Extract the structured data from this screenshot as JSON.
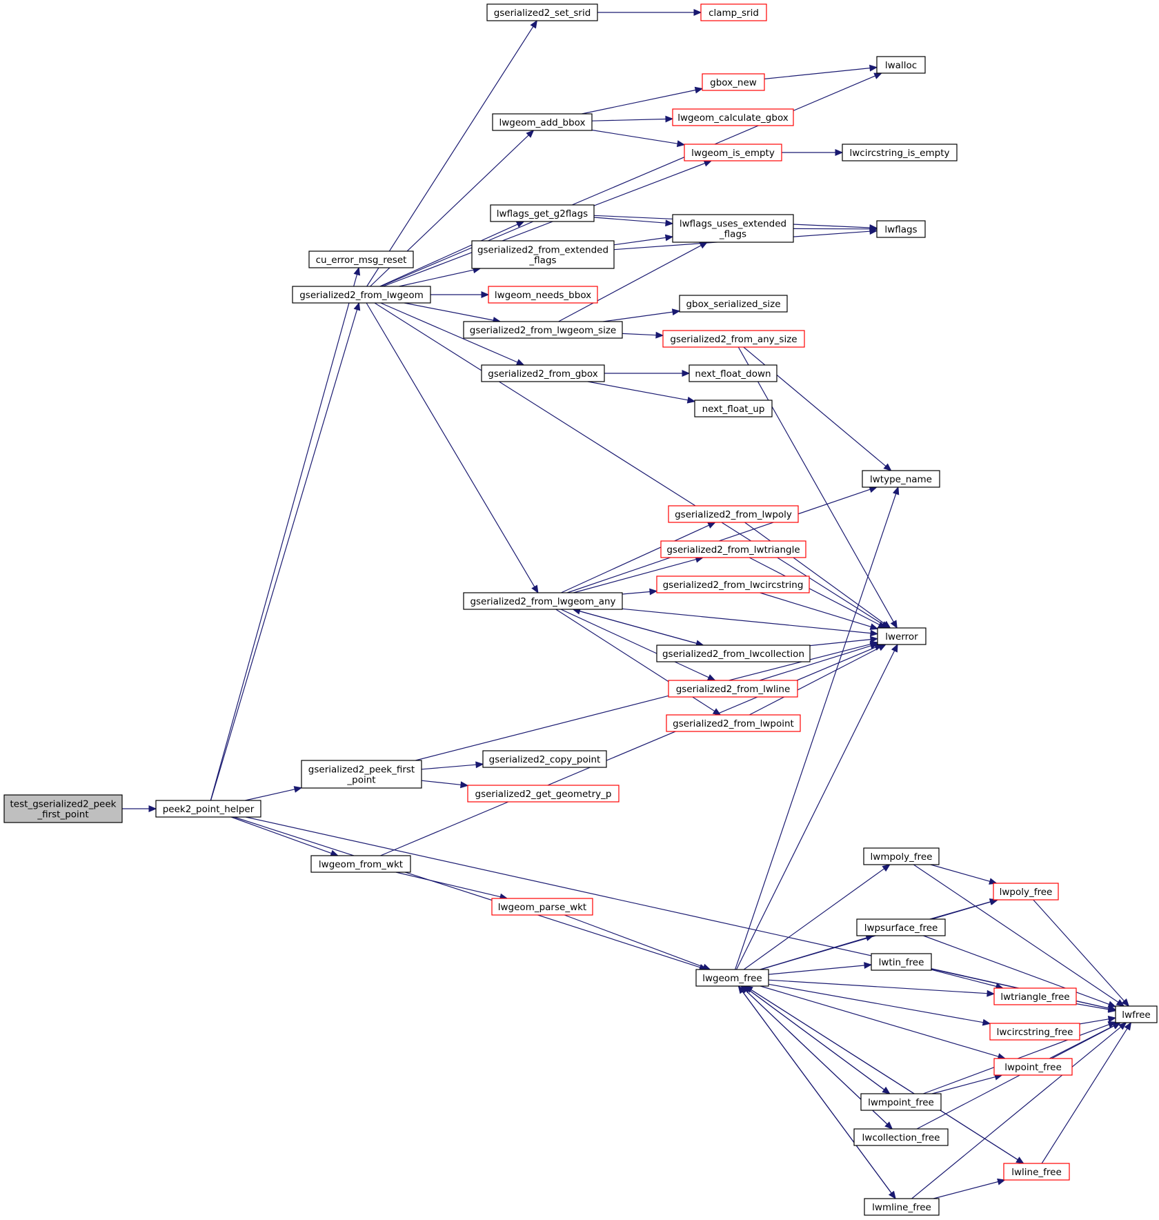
{
  "nodes": [
    {
      "id": "test",
      "lines": [
        "test_gserialized2_peek",
        "_first_point"
      ],
      "red": false,
      "root": true
    },
    {
      "id": "peek2",
      "lines": [
        "peek2_point_helper"
      ],
      "red": false
    },
    {
      "id": "cu_err",
      "lines": [
        "cu_error_msg_reset"
      ],
      "red": false
    },
    {
      "id": "g2_from_lw",
      "lines": [
        "gserialized2_from_lwgeom"
      ],
      "red": false
    },
    {
      "id": "peek_first",
      "lines": [
        "gserialized2_peek_first",
        "_point"
      ],
      "red": false
    },
    {
      "id": "lw_from_wkt",
      "lines": [
        "lwgeom_from_wkt"
      ],
      "red": false
    },
    {
      "id": "set_srid",
      "lines": [
        "gserialized2_set_srid"
      ],
      "red": false
    },
    {
      "id": "clamp_srid",
      "lines": [
        "clamp_srid"
      ],
      "red": true
    },
    {
      "id": "lwalloc",
      "lines": [
        "lwalloc"
      ],
      "red": false
    },
    {
      "id": "gbox_new",
      "lines": [
        "gbox_new"
      ],
      "red": true
    },
    {
      "id": "add_bbox",
      "lines": [
        "lwgeom_add_bbox"
      ],
      "red": false
    },
    {
      "id": "calc_gbox",
      "lines": [
        "lwgeom_calculate_gbox"
      ],
      "red": true
    },
    {
      "id": "is_empty",
      "lines": [
        "lwgeom_is_empty"
      ],
      "red": true
    },
    {
      "id": "circ_empty",
      "lines": [
        "lwcircstring_is_empty"
      ],
      "red": false
    },
    {
      "id": "get_g2flags",
      "lines": [
        "lwflags_get_g2flags"
      ],
      "red": false
    },
    {
      "id": "uses_ext",
      "lines": [
        "lwflags_uses_extended",
        "_flags"
      ],
      "red": false
    },
    {
      "id": "lwflags",
      "lines": [
        "lwflags"
      ],
      "red": false
    },
    {
      "id": "from_ext",
      "lines": [
        "gserialized2_from_extended",
        "_flags"
      ],
      "red": false
    },
    {
      "id": "needs_bbox",
      "lines": [
        "lwgeom_needs_bbox"
      ],
      "red": true
    },
    {
      "id": "gbox_ser",
      "lines": [
        "gbox_serialized_size"
      ],
      "red": false
    },
    {
      "id": "from_lw_size",
      "lines": [
        "gserialized2_from_lwgeom_size"
      ],
      "red": false
    },
    {
      "id": "from_any_size",
      "lines": [
        "gserialized2_from_any_size"
      ],
      "red": true
    },
    {
      "id": "from_gbox",
      "lines": [
        "gserialized2_from_gbox"
      ],
      "red": false
    },
    {
      "id": "nf_down",
      "lines": [
        "next_float_down"
      ],
      "red": false
    },
    {
      "id": "nf_up",
      "lines": [
        "next_float_up"
      ],
      "red": false
    },
    {
      "id": "lwtype_name",
      "lines": [
        "lwtype_name"
      ],
      "red": false
    },
    {
      "id": "from_lwpoly",
      "lines": [
        "gserialized2_from_lwpoly"
      ],
      "red": true
    },
    {
      "id": "from_lwtri",
      "lines": [
        "gserialized2_from_lwtriangle"
      ],
      "red": true
    },
    {
      "id": "from_lwany",
      "lines": [
        "gserialized2_from_lwgeom_any"
      ],
      "red": false
    },
    {
      "id": "from_lwcirc",
      "lines": [
        "gserialized2_from_lwcircstring"
      ],
      "red": true
    },
    {
      "id": "lwerror",
      "lines": [
        "lwerror"
      ],
      "red": false
    },
    {
      "id": "from_lwcoll",
      "lines": [
        "gserialized2_from_lwcollection"
      ],
      "red": false
    },
    {
      "id": "from_lwline",
      "lines": [
        "gserialized2_from_lwline"
      ],
      "red": true
    },
    {
      "id": "from_lwpoint",
      "lines": [
        "gserialized2_from_lwpoint"
      ],
      "red": true
    },
    {
      "id": "copy_point",
      "lines": [
        "gserialized2_copy_point"
      ],
      "red": false
    },
    {
      "id": "get_geom_p",
      "lines": [
        "gserialized2_get_geometry_p"
      ],
      "red": true
    },
    {
      "id": "parse_wkt",
      "lines": [
        "lwgeom_parse_wkt"
      ],
      "red": true
    },
    {
      "id": "lwgeom_free",
      "lines": [
        "lwgeom_free"
      ],
      "red": false
    },
    {
      "id": "mpoly_free",
      "lines": [
        "lwmpoly_free"
      ],
      "red": false
    },
    {
      "id": "poly_free",
      "lines": [
        "lwpoly_free"
      ],
      "red": true
    },
    {
      "id": "psurf_free",
      "lines": [
        "lwpsurface_free"
      ],
      "red": false
    },
    {
      "id": "tin_free",
      "lines": [
        "lwtin_free"
      ],
      "red": false
    },
    {
      "id": "tri_free",
      "lines": [
        "lwtriangle_free"
      ],
      "red": true
    },
    {
      "id": "lwfree",
      "lines": [
        "lwfree"
      ],
      "red": false
    },
    {
      "id": "circ_free",
      "lines": [
        "lwcircstring_free"
      ],
      "red": true
    },
    {
      "id": "point_free",
      "lines": [
        "lwpoint_free"
      ],
      "red": true
    },
    {
      "id": "mpoint_free",
      "lines": [
        "lwmpoint_free"
      ],
      "red": false
    },
    {
      "id": "coll_free",
      "lines": [
        "lwcollection_free"
      ],
      "red": false
    },
    {
      "id": "line_free",
      "lines": [
        "lwline_free"
      ],
      "red": true
    },
    {
      "id": "mline_free",
      "lines": [
        "lwmline_free"
      ],
      "red": false
    }
  ],
  "edges": [
    [
      "test",
      "peek2"
    ],
    [
      "peek2",
      "cu_err"
    ],
    [
      "peek2",
      "g2_from_lw"
    ],
    [
      "peek2",
      "peek_first"
    ],
    [
      "peek2",
      "lw_from_wkt"
    ],
    [
      "peek2",
      "lwgeom_free"
    ],
    [
      "peek2",
      "lwfree"
    ],
    [
      "g2_from_lw",
      "set_srid"
    ],
    [
      "g2_from_lw",
      "lwalloc"
    ],
    [
      "g2_from_lw",
      "add_bbox"
    ],
    [
      "g2_from_lw",
      "is_empty"
    ],
    [
      "g2_from_lw",
      "get_g2flags"
    ],
    [
      "g2_from_lw",
      "from_ext"
    ],
    [
      "g2_from_lw",
      "needs_bbox"
    ],
    [
      "g2_from_lw",
      "from_lw_size"
    ],
    [
      "g2_from_lw",
      "from_gbox"
    ],
    [
      "g2_from_lw",
      "lwerror"
    ],
    [
      "g2_from_lw",
      "from_lwany"
    ],
    [
      "set_srid",
      "clamp_srid"
    ],
    [
      "add_bbox",
      "gbox_new"
    ],
    [
      "add_bbox",
      "calc_gbox"
    ],
    [
      "add_bbox",
      "is_empty"
    ],
    [
      "gbox_new",
      "lwalloc"
    ],
    [
      "is_empty",
      "circ_empty"
    ],
    [
      "get_g2flags",
      "uses_ext"
    ],
    [
      "get_g2flags",
      "lwflags"
    ],
    [
      "uses_ext",
      "lwflags"
    ],
    [
      "from_ext",
      "uses_ext"
    ],
    [
      "from_ext",
      "lwflags"
    ],
    [
      "from_lw_size",
      "uses_ext"
    ],
    [
      "from_lw_size",
      "gbox_ser"
    ],
    [
      "from_lw_size",
      "from_any_size"
    ],
    [
      "from_any_size",
      "lwtype_name"
    ],
    [
      "from_any_size",
      "lwerror"
    ],
    [
      "from_gbox",
      "nf_down"
    ],
    [
      "from_gbox",
      "nf_up"
    ],
    [
      "from_lwany",
      "lwtype_name"
    ],
    [
      "from_lwany",
      "from_lwpoly"
    ],
    [
      "from_lwany",
      "from_lwtri"
    ],
    [
      "from_lwany",
      "from_lwcirc"
    ],
    [
      "from_lwany",
      "lwerror"
    ],
    [
      "from_lwany",
      "from_lwcoll"
    ],
    [
      "from_lwany",
      "from_lwline"
    ],
    [
      "from_lwany",
      "from_lwpoint"
    ],
    [
      "from_lwpoly",
      "lwerror"
    ],
    [
      "from_lwtri",
      "lwerror"
    ],
    [
      "from_lwcirc",
      "lwerror"
    ],
    [
      "from_lwcoll",
      "lwerror"
    ],
    [
      "from_lwcoll",
      "from_lwany"
    ],
    [
      "from_lwline",
      "lwerror"
    ],
    [
      "from_lwpoint",
      "lwerror"
    ],
    [
      "peek_first",
      "copy_point"
    ],
    [
      "peek_first",
      "get_geom_p"
    ],
    [
      "peek_first",
      "lwerror"
    ],
    [
      "lw_from_wkt",
      "lwerror"
    ],
    [
      "lw_from_wkt",
      "parse_wkt"
    ],
    [
      "parse_wkt",
      "lwgeom_free"
    ],
    [
      "lwgeom_free",
      "lwtype_name"
    ],
    [
      "lwgeom_free",
      "lwerror"
    ],
    [
      "lwgeom_free",
      "mpoly_free"
    ],
    [
      "lwgeom_free",
      "poly_free"
    ],
    [
      "lwgeom_free",
      "psurf_free"
    ],
    [
      "lwgeom_free",
      "tin_free"
    ],
    [
      "lwgeom_free",
      "tri_free"
    ],
    [
      "lwgeom_free",
      "circ_free"
    ],
    [
      "lwgeom_free",
      "point_free"
    ],
    [
      "lwgeom_free",
      "mpoint_free"
    ],
    [
      "lwgeom_free",
      "coll_free"
    ],
    [
      "lwgeom_free",
      "line_free"
    ],
    [
      "lwgeom_free",
      "mline_free"
    ],
    [
      "mpoly_free",
      "poly_free"
    ],
    [
      "mpoly_free",
      "lwfree"
    ],
    [
      "poly_free",
      "lwfree"
    ],
    [
      "psurf_free",
      "poly_free"
    ],
    [
      "psurf_free",
      "lwfree"
    ],
    [
      "tin_free",
      "tri_free"
    ],
    [
      "tin_free",
      "lwfree"
    ],
    [
      "tri_free",
      "lwfree"
    ],
    [
      "circ_free",
      "lwfree"
    ],
    [
      "point_free",
      "lwfree"
    ],
    [
      "mpoint_free",
      "point_free"
    ],
    [
      "mpoint_free",
      "lwfree"
    ],
    [
      "mpoint_free",
      "lwgeom_free"
    ],
    [
      "coll_free",
      "lwfree"
    ],
    [
      "coll_free",
      "lwgeom_free"
    ],
    [
      "line_free",
      "lwfree"
    ],
    [
      "line_free",
      "lwgeom_free"
    ],
    [
      "mline_free",
      "line_free"
    ],
    [
      "mline_free",
      "lwfree"
    ],
    [
      "mline_free",
      "lwgeom_free"
    ]
  ]
}
